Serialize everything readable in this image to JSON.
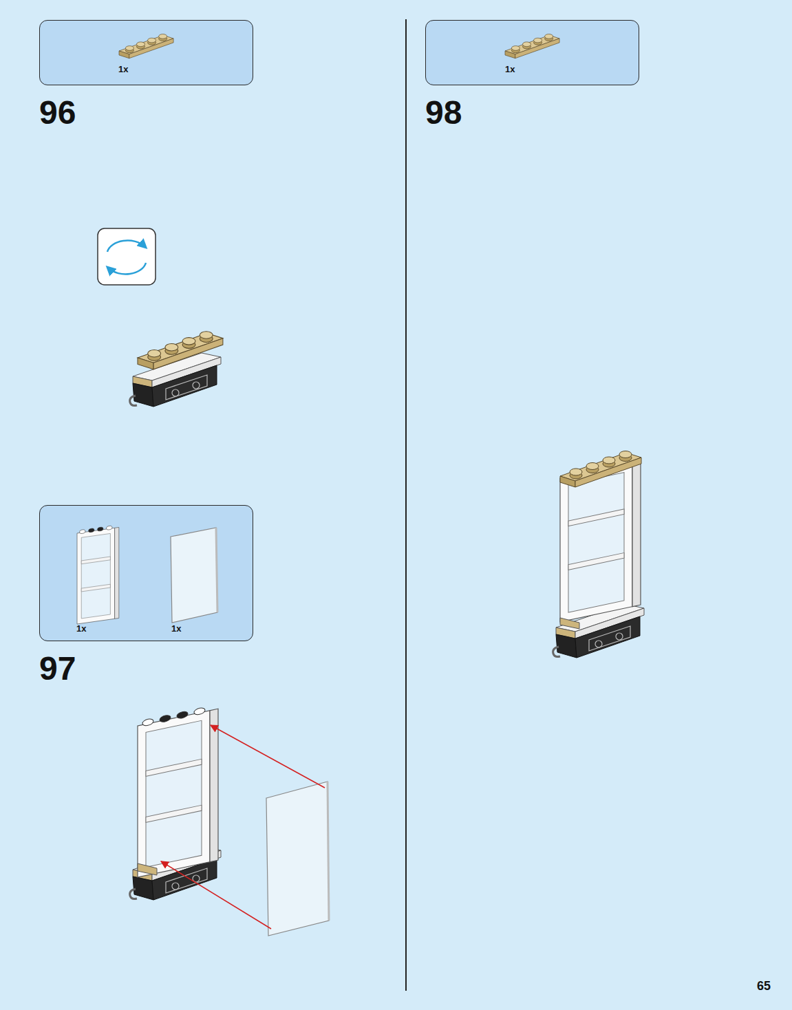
{
  "diagram": {
    "nodes": [
      {
        "text": [
          "1x"
        ]
      },
      {
        "text": [
          "1x",
          "1x"
        ]
      },
      {
        "text": [
          "1x"
        ]
      }
    ],
    "labels": [
      "96",
      "97",
      "98",
      "65"
    ]
  }
}
